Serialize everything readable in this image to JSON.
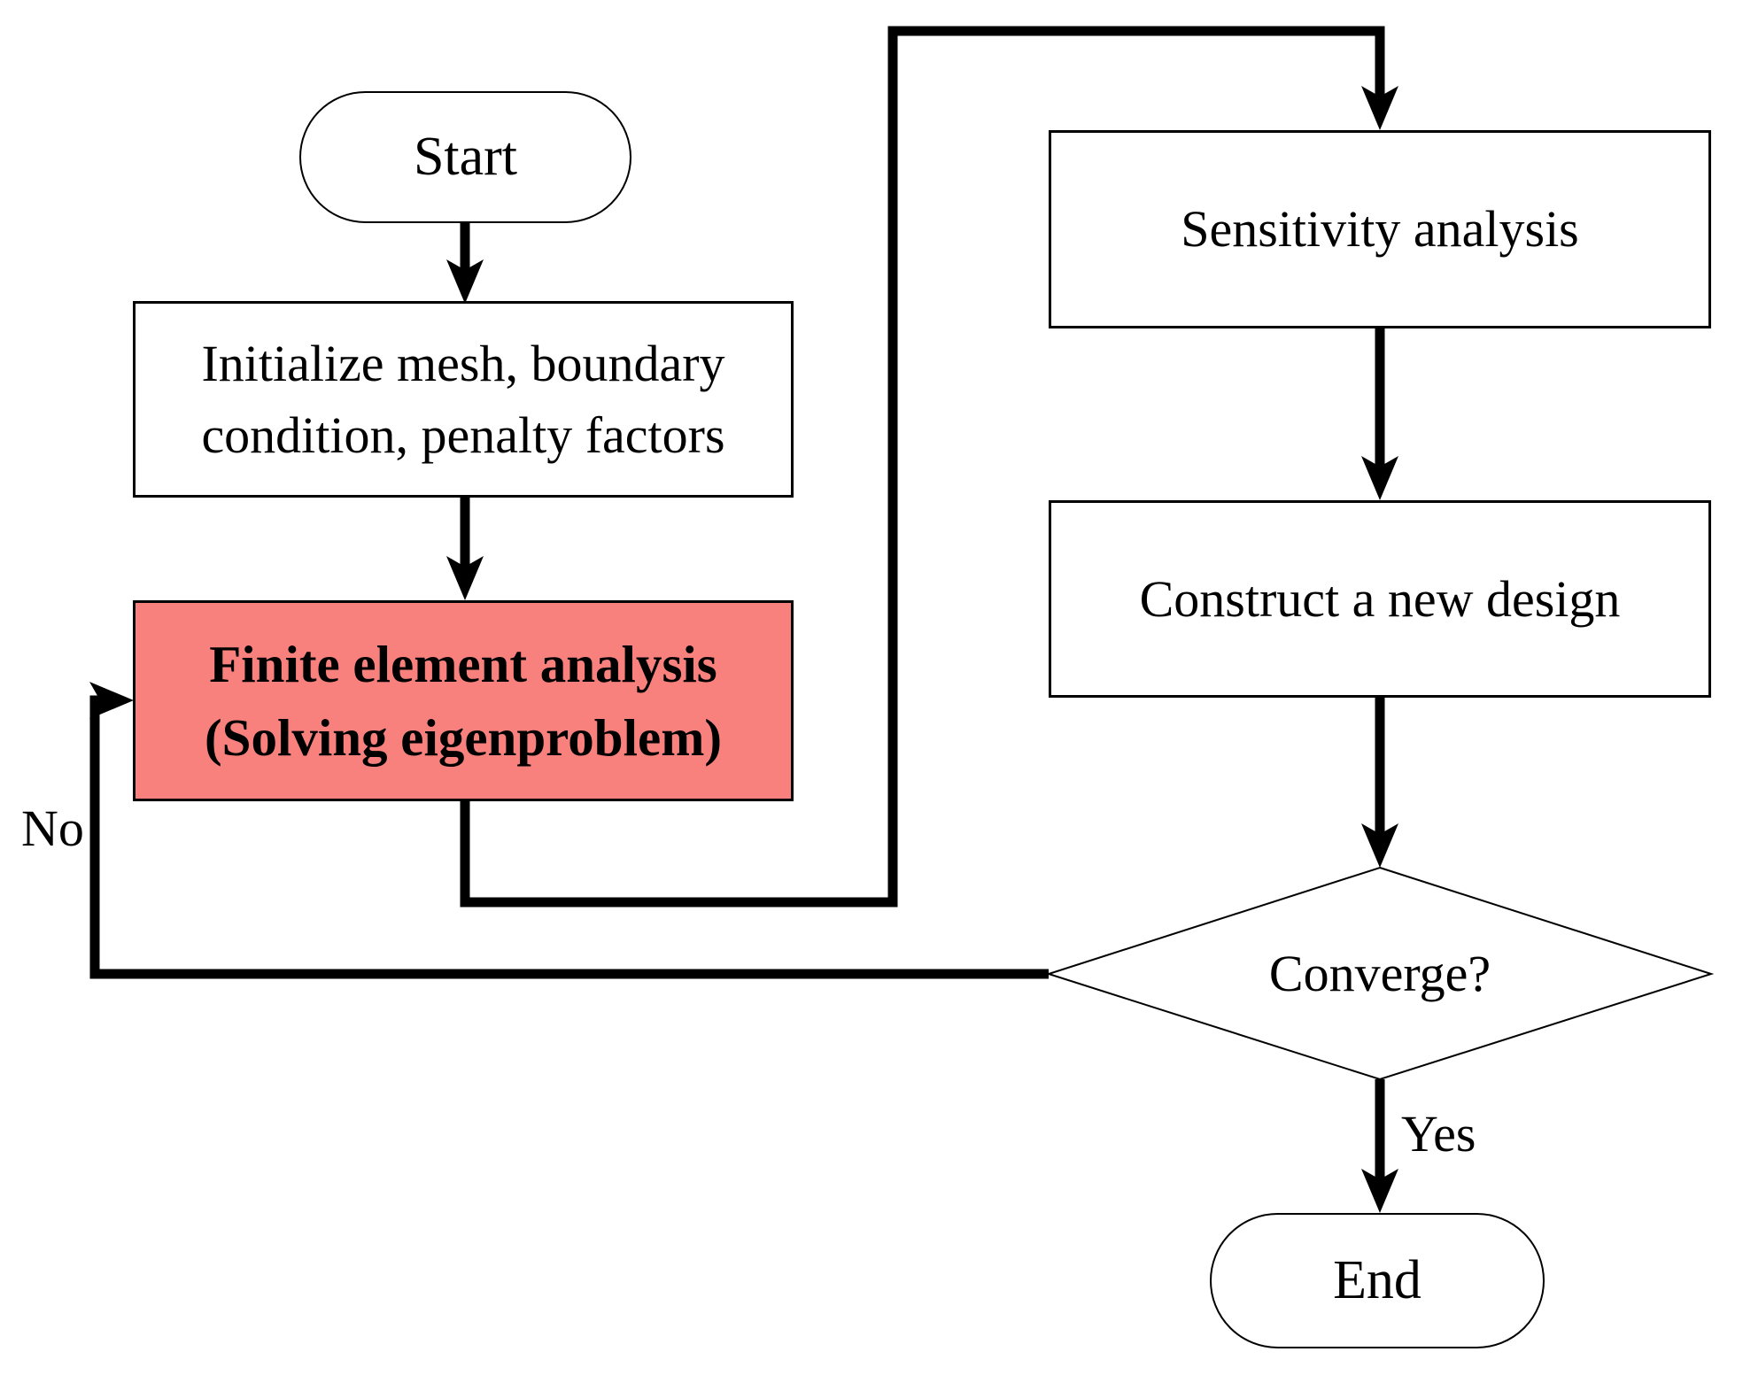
{
  "diagram": {
    "kind": "flowchart",
    "background_color": "#FFFFFF",
    "line_color": "#000000",
    "highlight_fill": "#F8817D",
    "nodes": {
      "start": {
        "shape": "stadium",
        "label": "Start"
      },
      "initialize": {
        "shape": "rect",
        "line1": "Initialize mesh, boundary",
        "line2": "condition, penalty factors"
      },
      "fea": {
        "shape": "rect",
        "fill": "#F8817D",
        "emphasis": "bold",
        "line1": "Finite element analysis",
        "line2": "(Solving eigenproblem)"
      },
      "sensitivity": {
        "shape": "rect",
        "label": "Sensitivity analysis"
      },
      "construct": {
        "shape": "rect",
        "label": "Construct a new design"
      },
      "converge": {
        "shape": "diamond",
        "label": "Converge?"
      },
      "end": {
        "shape": "stadium",
        "label": "End"
      }
    },
    "edge_labels": {
      "yes": "Yes",
      "no": "No"
    }
  }
}
